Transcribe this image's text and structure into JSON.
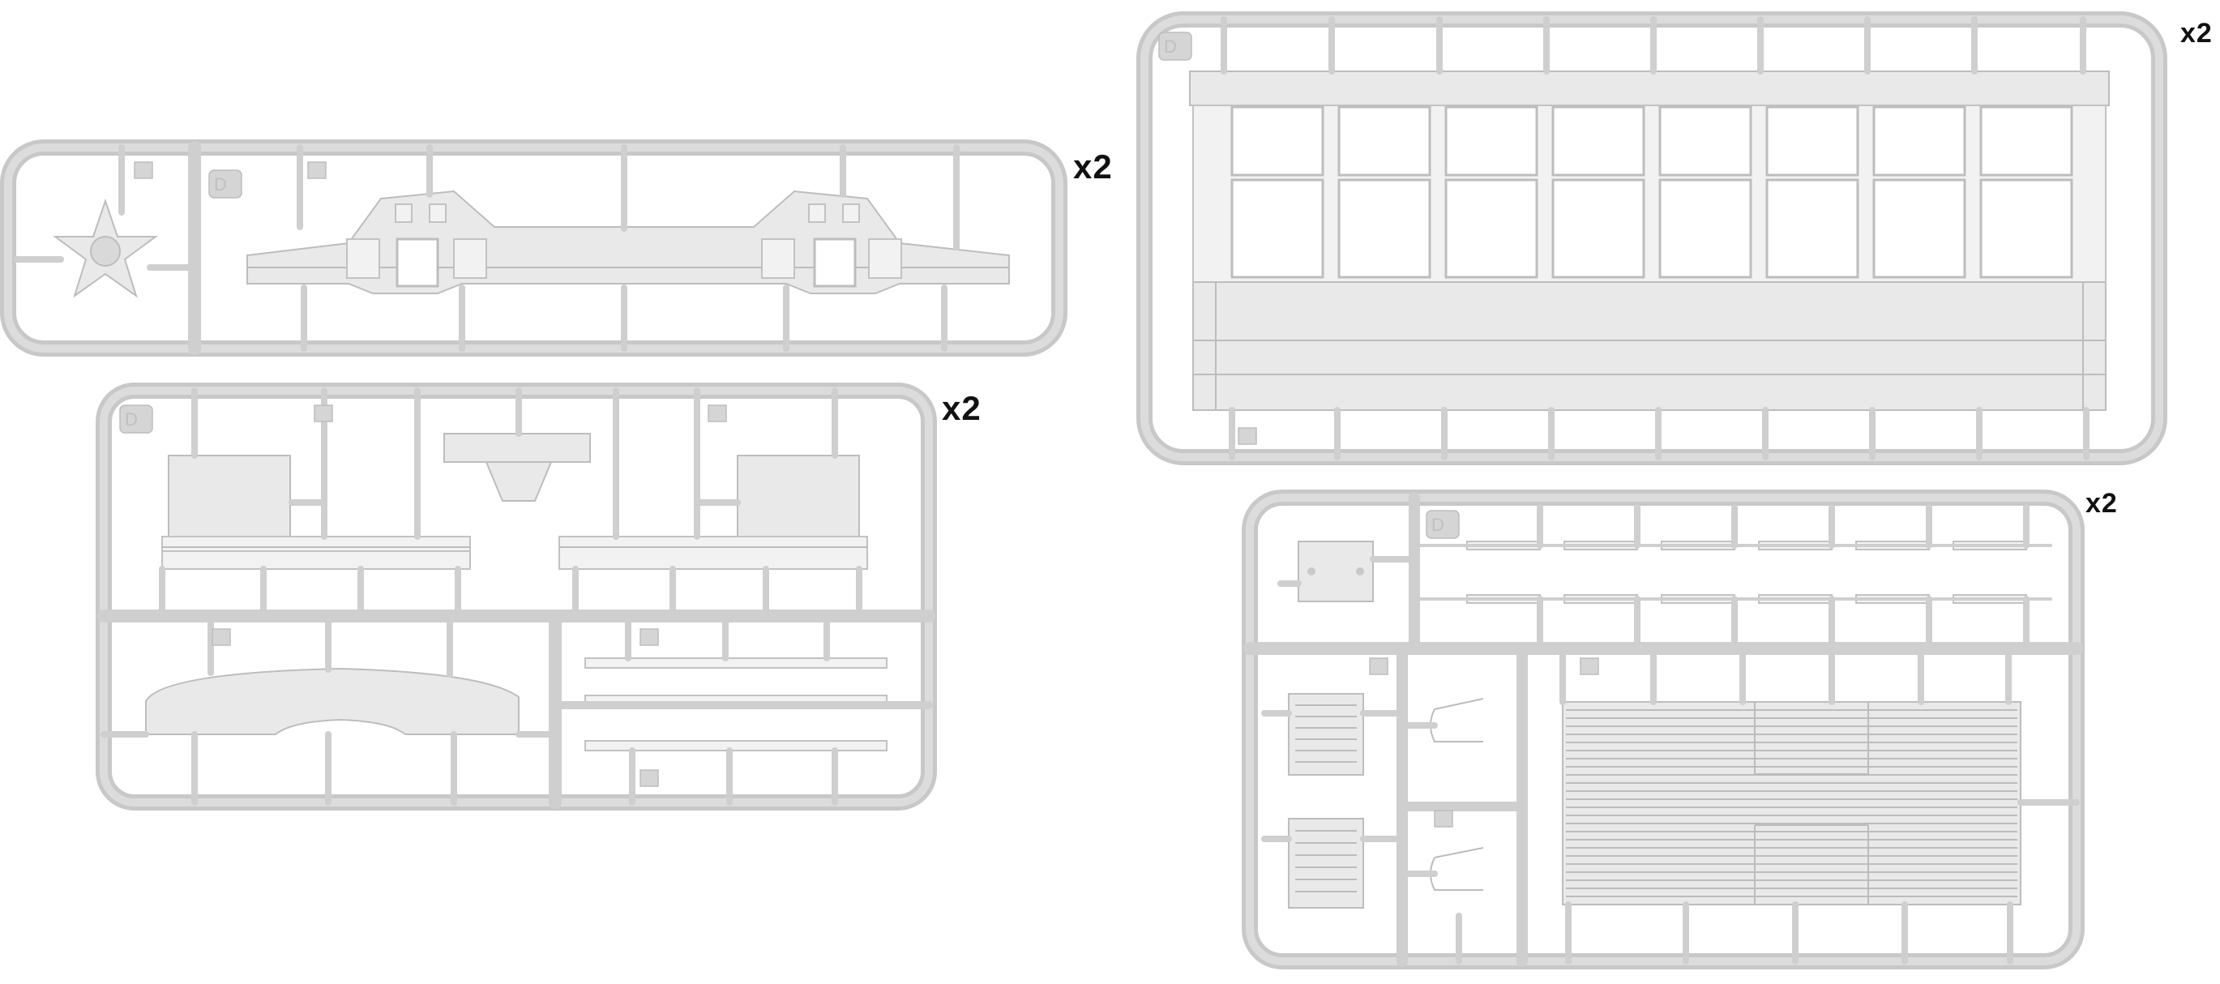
{
  "sprues": [
    {
      "id": "sprue-top-left",
      "multiplier": "x2"
    },
    {
      "id": "sprue-mid-left",
      "multiplier": "x2"
    },
    {
      "id": "sprue-top-right",
      "multiplier": "x2"
    },
    {
      "id": "sprue-bottom-right",
      "multiplier": "x2"
    }
  ],
  "sprue_letter": "D",
  "colors": {
    "plastic": "#e9e9e9",
    "frame": "#c8c8c8",
    "text": "#111111"
  }
}
